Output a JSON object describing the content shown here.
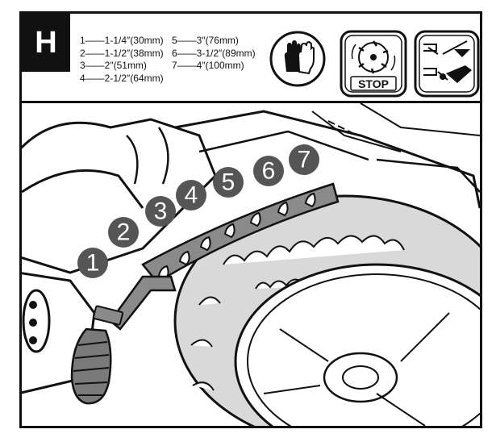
{
  "step": {
    "letter": "H"
  },
  "legend": {
    "column1": [
      "1——1-1/4″(30mm)",
      "2——1-1/2″(38mm)",
      "3——2″(51mm)",
      "4——2-1/2″(64mm)"
    ],
    "column2": [
      "5——3″(76mm)",
      "6——3-1/2″(89mm)",
      "7——4″(100mm)"
    ]
  },
  "safety_icons": [
    {
      "name": "gloves-icon"
    },
    {
      "name": "stop-blade-icon",
      "label": "STOP"
    },
    {
      "name": "remove-spark-plug-icon"
    }
  ],
  "height_positions": [
    "1",
    "2",
    "3",
    "4",
    "5",
    "6",
    "7"
  ],
  "colors": {
    "ink": "#111111",
    "paper": "#ffffff",
    "marker": "#555555",
    "bracket": "#8a8a8a",
    "tire": "#d9d9d9"
  }
}
